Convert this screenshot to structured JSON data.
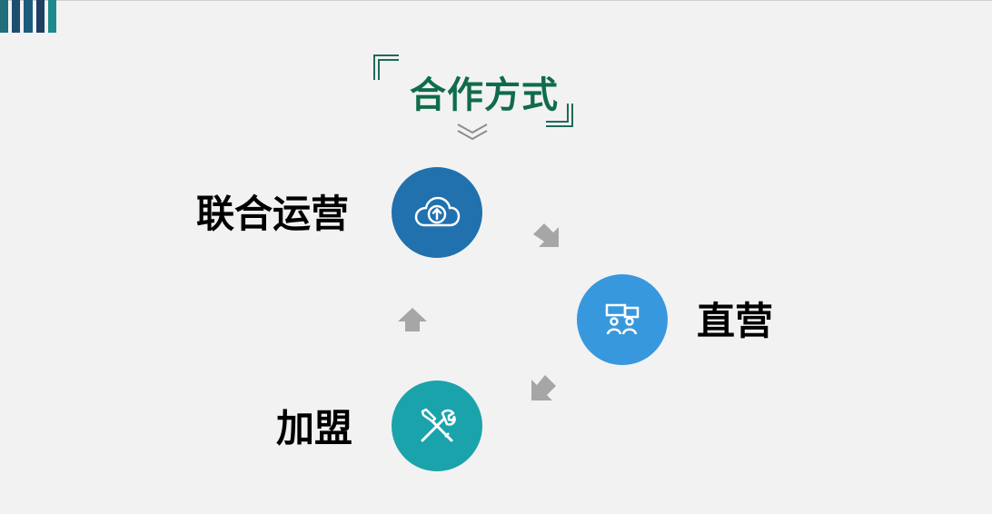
{
  "title": "合作方式",
  "nodes": [
    {
      "label": "联合运营",
      "icon": "cloud-upload-icon",
      "color": "#2071ad"
    },
    {
      "label": "直营",
      "icon": "people-board-icon",
      "color": "#3898dd"
    },
    {
      "label": "加盟",
      "icon": "tools-icon",
      "color": "#1ba3ab"
    }
  ],
  "colors": {
    "title": "#0f6c4a",
    "arrow": "#a6a6a6",
    "background": "#f2f2f2"
  }
}
